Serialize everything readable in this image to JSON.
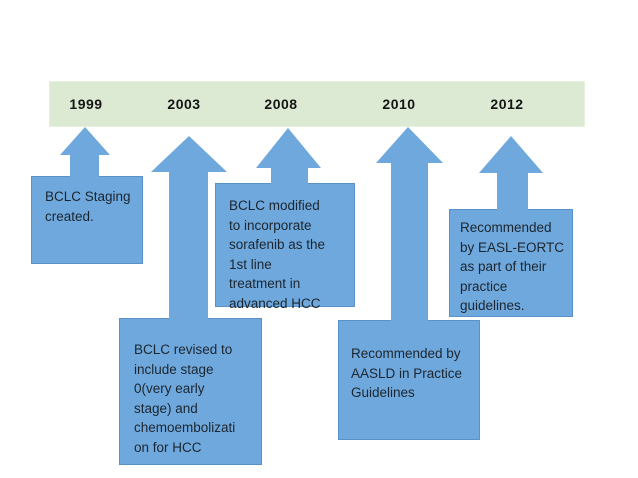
{
  "slide": {
    "background": "#ffffff"
  },
  "timeline": {
    "years": [
      "1999",
      "2003",
      "2008",
      "2010",
      "2012"
    ]
  },
  "events": [
    {
      "year": "1999",
      "text": "BCLC Staging\ncreated."
    },
    {
      "year": "2003",
      "text": "BCLC revised to\ninclude stage\n0(very early\nstage) and\nchemoembolizati\non for HCC"
    },
    {
      "year": "2008",
      "text": "BCLC modified\nto incorporate\nsorafenib as the\n1st line\ntreatment in\nadvanced HCC"
    },
    {
      "year": "2010",
      "text": "Recommended by\nAASLD in Practice\nGuidelines"
    },
    {
      "year": "2012",
      "text": "Recommended\nby EASL-EORTC\nas part of their\npractice\nguidelines."
    }
  ],
  "colors": {
    "bar_green": "#dcead3",
    "arrow_blue": "#6fa8dc",
    "box_fill": "#6fa8dc",
    "box_border": "#5a91c9",
    "text_dark": "#1c2630",
    "year_text": "#151515"
  }
}
